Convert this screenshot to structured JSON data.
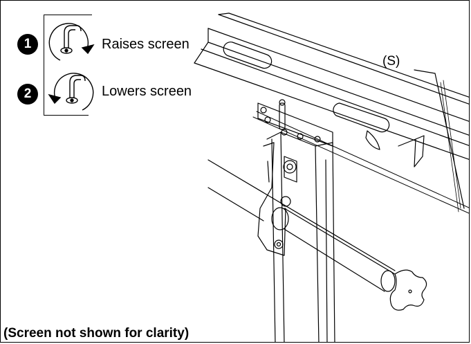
{
  "steps": [
    {
      "number": "1",
      "label": "Raises screen",
      "icon": "knob-turn-clockwise-icon"
    },
    {
      "number": "2",
      "label": "Lowers screen",
      "icon": "knob-turn-counterclockwise-icon"
    }
  ],
  "callout": {
    "label": "(S)"
  },
  "caption": "(Screen not shown for clarity)"
}
